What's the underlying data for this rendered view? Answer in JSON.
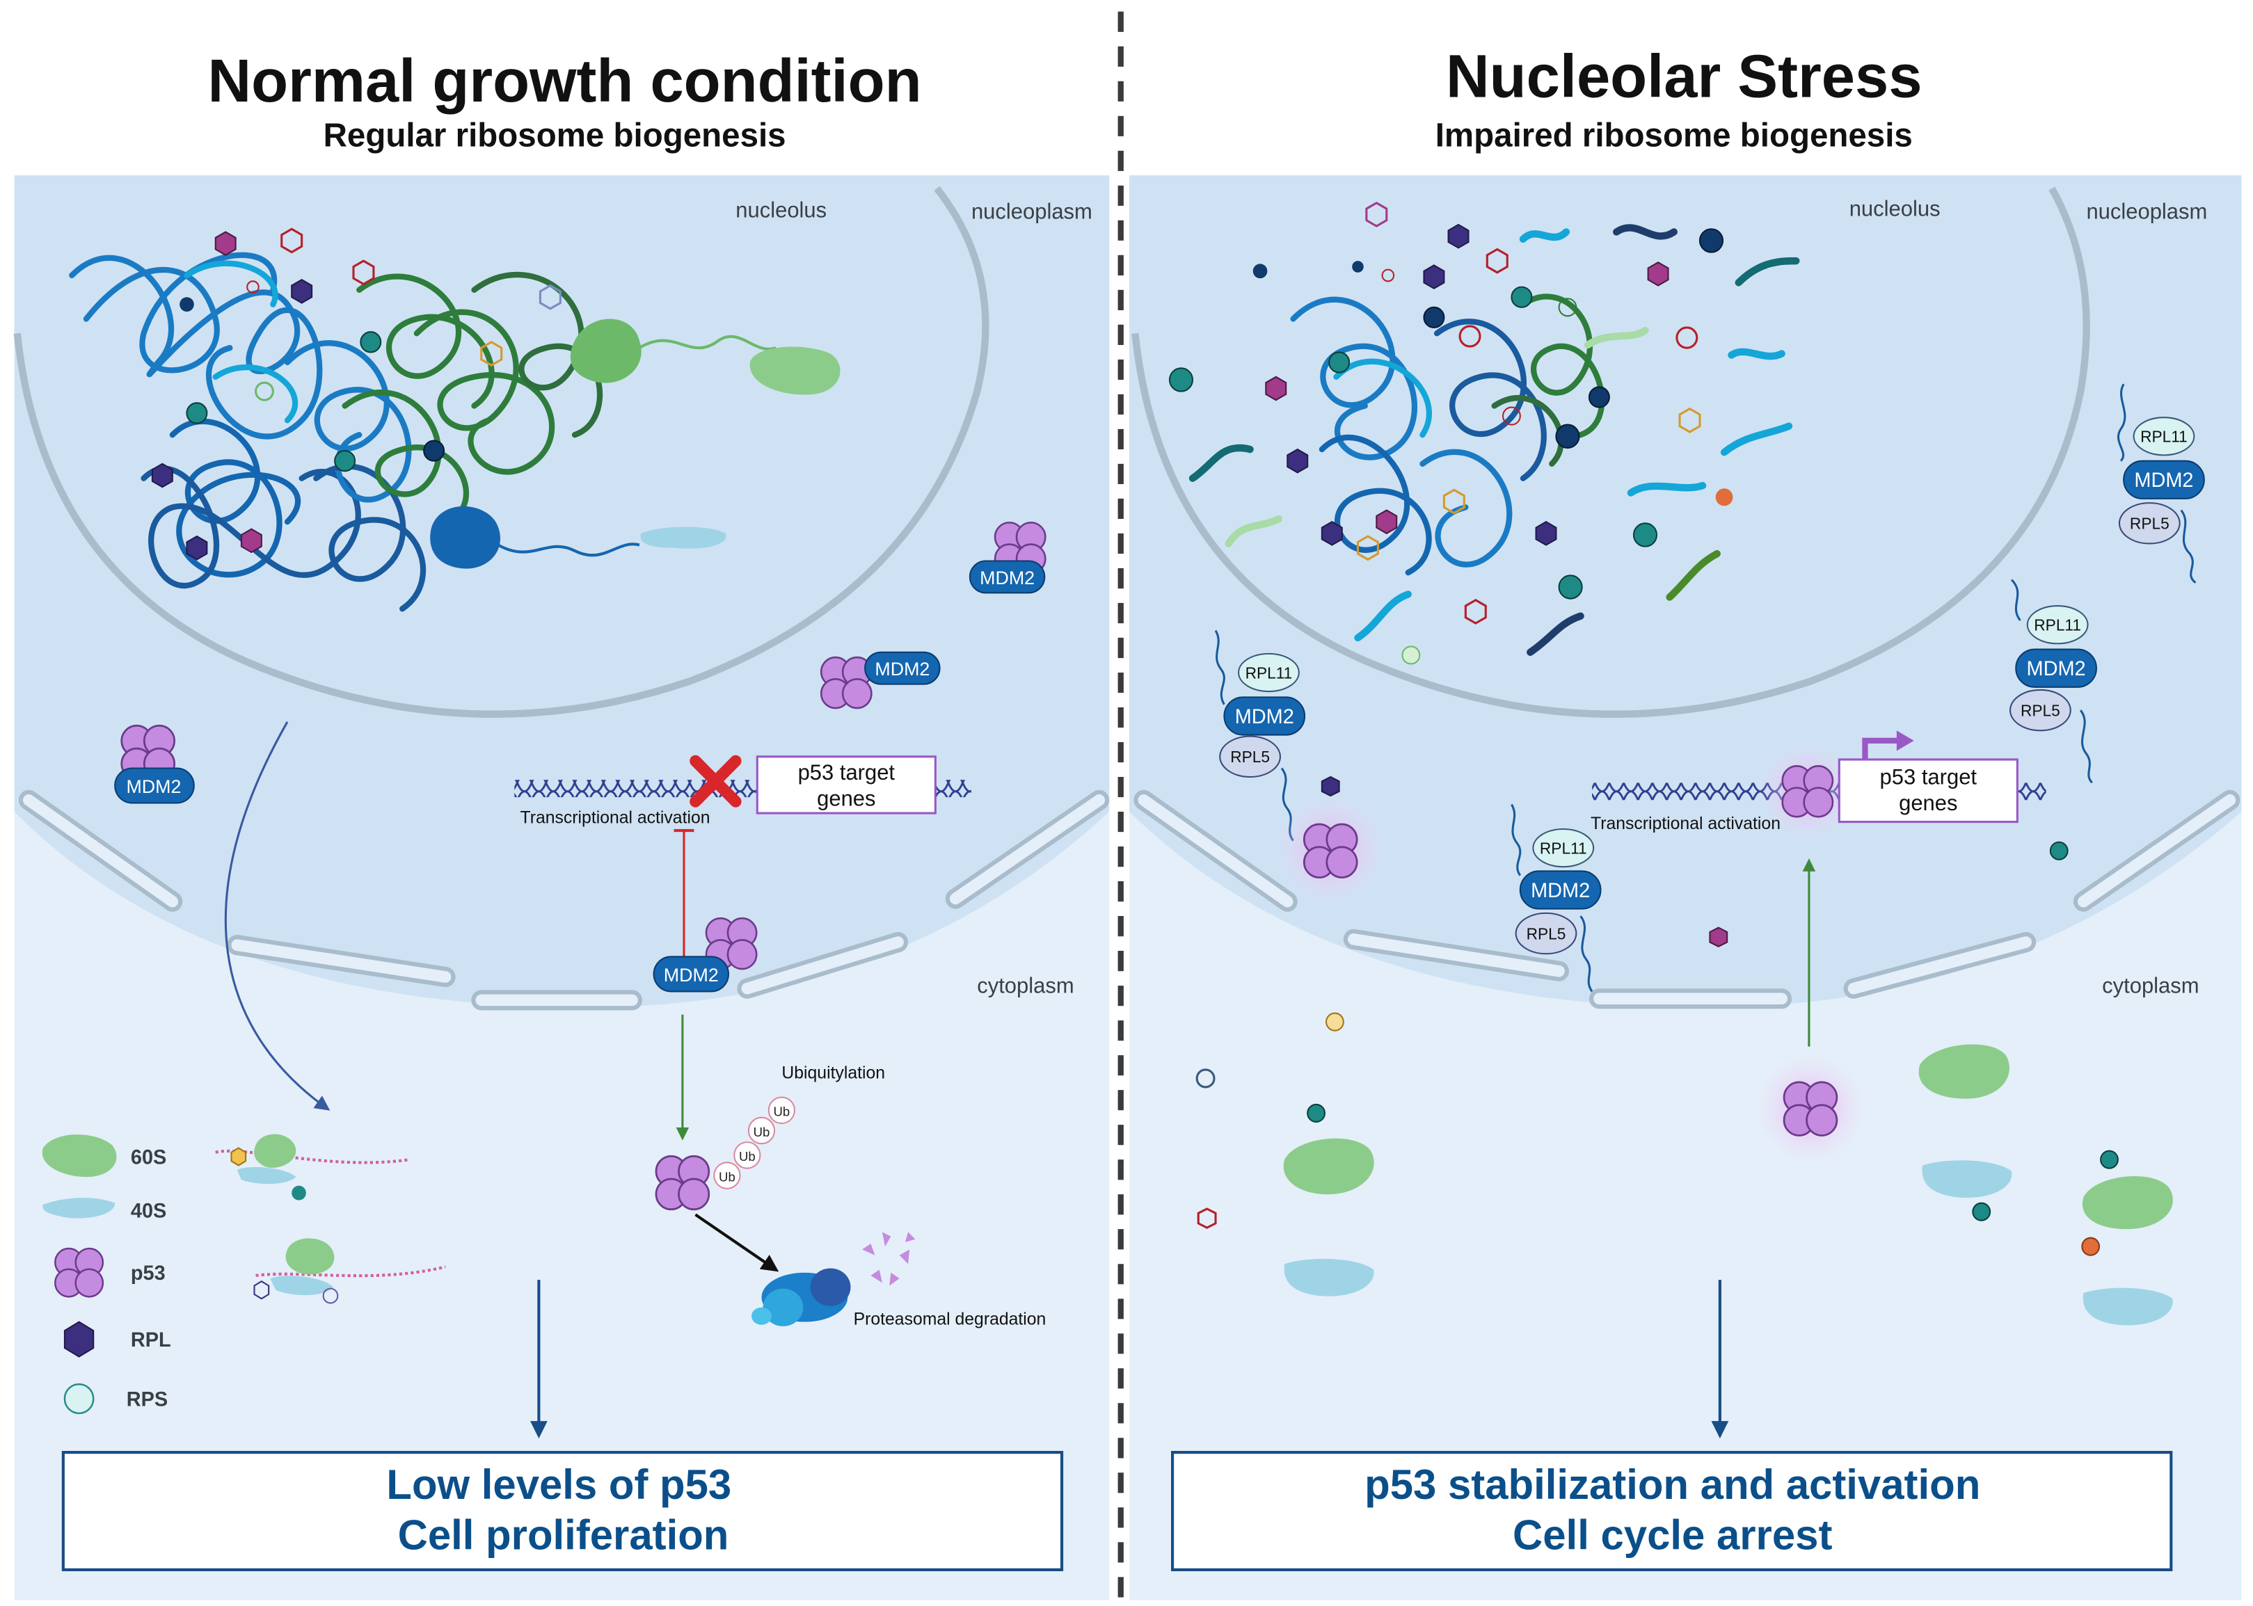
{
  "left": {
    "title": "Normal growth condition",
    "subtitle": "Regular ribosome biogenesis",
    "nucleolus": "nucleolus",
    "nucleoplasm": "nucleoplasm",
    "cytoplasm": "cytoplasm",
    "mdm2": "MDM2",
    "target_line1": "p53 target",
    "target_line2": "genes",
    "transcription": "Transcriptional activation",
    "ubiquitylation": "Ubiquitylation",
    "ub": "Ub",
    "proteasomal": "Proteasomal degradation",
    "outcome_line1": "Low levels of p53",
    "outcome_line2": "Cell proliferation"
  },
  "right": {
    "title": "Nucleolar Stress",
    "subtitle": "Impaired ribosome biogenesis",
    "nucleolus": "nucleolus",
    "nucleoplasm": "nucleoplasm",
    "cytoplasm": "cytoplasm",
    "mdm2": "MDM2",
    "rpl11": "RPL11",
    "rpl5": "RPL5",
    "target_line1": "p53 target",
    "target_line2": "genes",
    "transcription": "Transcriptional activation",
    "outcome_line1": "p53 stabilization and activation",
    "outcome_line2": "Cell cycle arrest"
  },
  "legend": {
    "s60": "60S",
    "s40": "40S",
    "p53": "p53",
    "rpl": "RPL",
    "rps": "RPS"
  },
  "colors": {
    "cell_bg": "#e4eff9",
    "nucleus_bg": "#cfe2f3",
    "membrane": "#a9bccb",
    "mdm2": "#1466b0",
    "p53": "#c58be0",
    "outcome_text": "#0b4f8a",
    "inhibit_red": "#d9262b",
    "activate_green": "#3f8a3a",
    "target_box": "#9a57c7"
  }
}
